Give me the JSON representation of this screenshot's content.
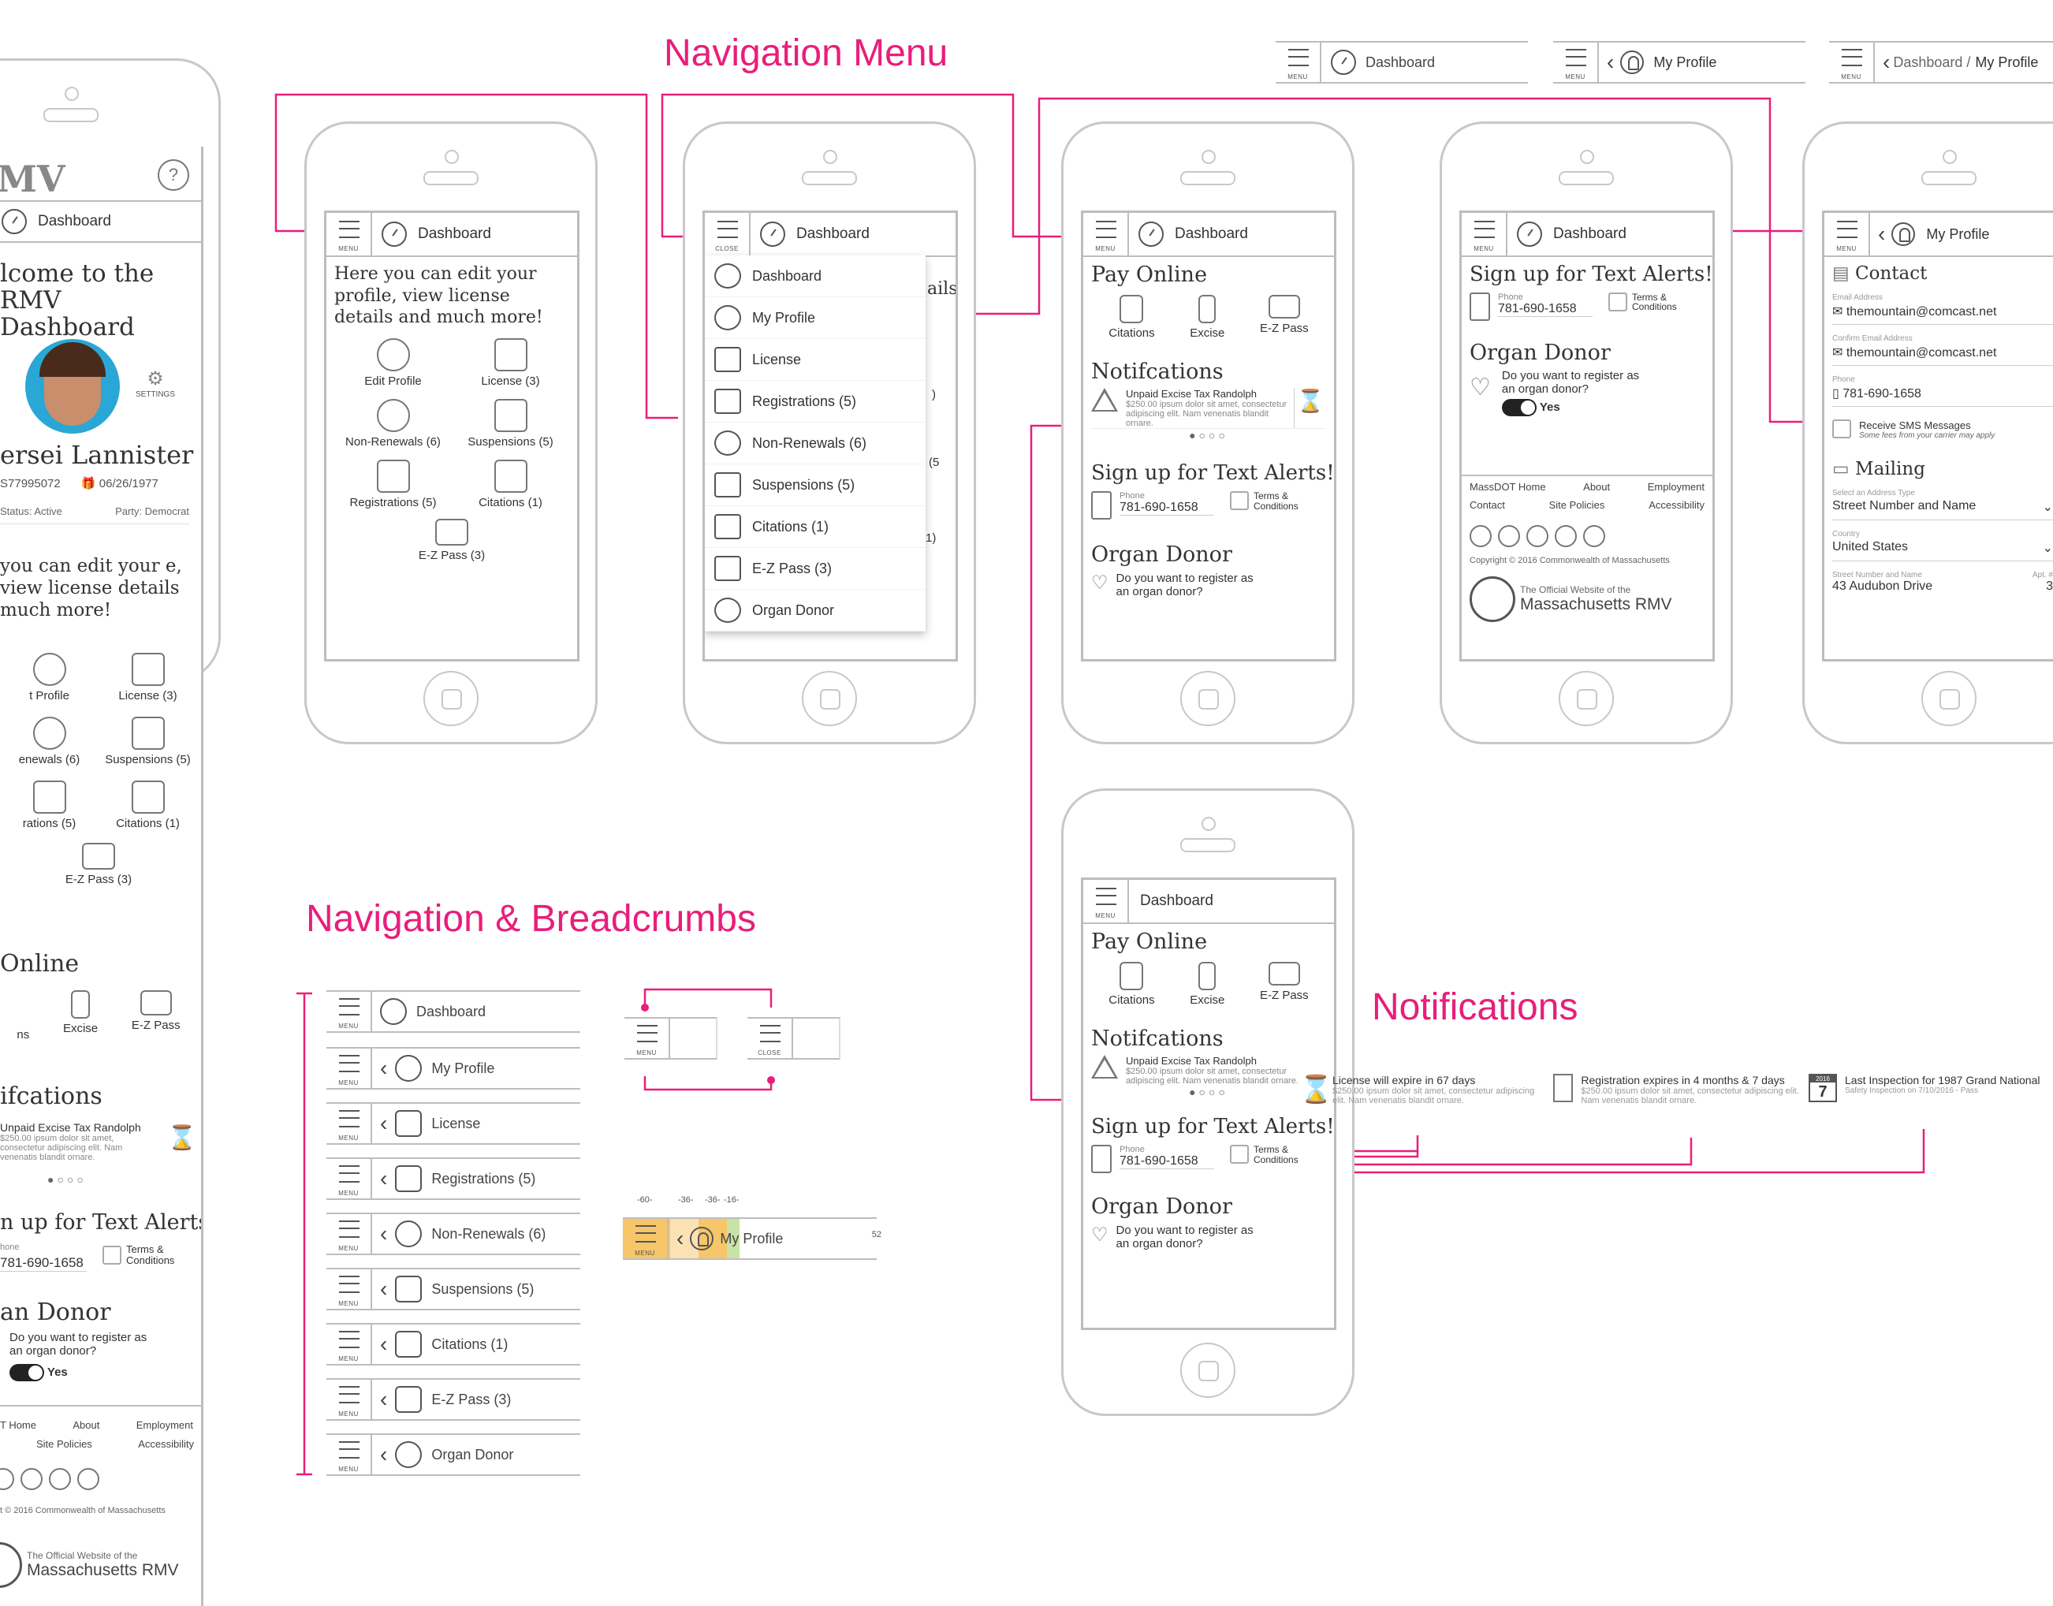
{
  "titles": {
    "navigation_menu": "Navigation Menu",
    "nav_breadcrumbs": "Navigation & Breadcrumbs",
    "notifications": "Notifications"
  },
  "labels": {
    "menu": "MENU",
    "close": "CLOSE",
    "dashboard": "Dashboard",
    "my_profile": "My Profile",
    "dashboard_sep": "Dashboard /",
    "yes": "Yes"
  },
  "left_phone": {
    "logo": "MV",
    "welcome": "lcome to the RMV Dashboard",
    "settings": "SETTINGS",
    "name": "ersei Lannister",
    "license_no": "S77995072",
    "dob": "06/26/1977",
    "status": "Status: Active",
    "party": "Party: Democrat",
    "intro": "you can edit your e, view license details much more!",
    "items": [
      "t Profile",
      "License (3)",
      "enewals (6)",
      "Suspensions (5)",
      "rations (5)",
      "Citations (1)",
      "E-Z Pass (3)"
    ],
    "pay_online": "Online",
    "pay_items": [
      "ns",
      "Excise",
      "E-Z Pass"
    ],
    "notif_title": "ifcations",
    "notif_head": "Unpaid Excise Tax   Randolph",
    "notif_body": "$250.00 ipsum dolor sit amet, consectetur adipiscing elit. Nam venenatis blandit ornare.",
    "alerts": "n up for Text Alerts!",
    "phone_label": "hone",
    "phone": "781-690-1658",
    "terms": "Terms & Conditions",
    "organ": "an Donor",
    "organ_q": "Do you want to register as an organ donor?",
    "footer_links": [
      "T Home",
      "About",
      "Employment",
      "Site Policies",
      "Accessibility"
    ],
    "copyright": "t © 2016 Commonwealth of Massachusetts",
    "official": "The Official Website of the",
    "mass_rmv": "Massachusetts RMV"
  },
  "phone1": {
    "intro": "Here you can edit your profile, view license details and much more!",
    "items": [
      "Edit Profile",
      "License (3)",
      "Non-Renewals (6)",
      "Suspensions (5)",
      "Registrations (5)",
      "Citations (1)",
      "E-Z Pass (3)"
    ]
  },
  "phone2": {
    "menu_items": [
      "Dashboard",
      "My Profile",
      "License",
      "Registrations (5)",
      "Non-Renewals (6)",
      "Suspensions (5)",
      "Citations (1)",
      "E-Z Pass (3)",
      "Organ Donor"
    ],
    "behind": [
      "ails",
      ")",
      "(5",
      "1)"
    ]
  },
  "phone3": {
    "pay_online": "Pay Online",
    "pay_items": [
      "Citations",
      "Excise",
      "E-Z Pass"
    ],
    "notif_title": "Notifcations",
    "notif_head": "Unpaid Excise Tax   Randolph",
    "notif_body": "$250.00 ipsum dolor sit amet, consectetur adipiscing elit. Nam venenatis blandit ornare.",
    "alerts": "Sign up for Text Alerts!",
    "phone_label": "Phone",
    "phone": "781-690-1658",
    "terms": "Terms & Conditions",
    "organ": "Organ Donor",
    "organ_q": "Do you want to register as an organ donor?"
  },
  "phone4": {
    "alerts": "Sign up for Text Alerts!",
    "phone_label": "Phone",
    "phone": "781-690-1658",
    "terms": "Terms & Conditions",
    "organ": "Organ Donor",
    "organ_q": "Do you want to register as an organ donor?",
    "footer_links": [
      "MassDOT Home",
      "About",
      "Employment",
      "Contact",
      "Site Policies",
      "Accessibility"
    ],
    "copyright": "Copyright © 2016 Commonwealth of Massachusetts",
    "official": "The Official Website of the",
    "mass_rmv": "Massachusetts RMV"
  },
  "phone5": {
    "contact": "Contact",
    "email_label": "Email Address",
    "email": "themountain@comcast.net",
    "confirm_label": "Confirm Email Address",
    "confirm": "themountain@comcast.net",
    "phone_label": "Phone",
    "phone": "781-690-1658",
    "sms": "Receive SMS Messages",
    "sms_note": "Some fees from your carrier may apply",
    "mailing": "Mailing",
    "addr_type_label": "Select an Address Type",
    "addr_type": "Street Number and Name",
    "country_label": "Country",
    "country": "United States",
    "street_label": "Street Number and Name",
    "street": "43 Audubon Drive",
    "apt_label": "Apt. #",
    "apt": "3"
  },
  "notifications": [
    {
      "title": "License will expire in 67 days",
      "body": "$250.00 ipsum dolor sit amet, consectetur adipiscing elit. Nam venenatis blandit ornare."
    },
    {
      "title": "Registration expires in 4 months & 7 days",
      "body": "$250.00 ipsum dolor sit amet, consectetur adipiscing elit. Nam venenatis blandit ornare."
    },
    {
      "title": "Last Inspection for 1987 Grand National",
      "body": "Safety Inspection on 7/10/2016 - Pass",
      "cal_year": "2016",
      "cal_day": "7"
    }
  ],
  "breadcrumbs": [
    "Dashboard",
    "My Profile",
    "License",
    "Registrations (5)",
    "Non-Renewals (6)",
    "Suspensions (5)",
    "Citations (1)",
    "E-Z Pass (3)",
    "Organ Donor"
  ],
  "spacing_labels": [
    "-60-",
    "-36-",
    "-36-",
    "-16-",
    "52"
  ],
  "colors": {
    "accent": "#e91e7a",
    "frame": "#c8c8c8",
    "highlight_orange": "#f7c56a",
    "highlight_green": "#c7e3a5"
  }
}
